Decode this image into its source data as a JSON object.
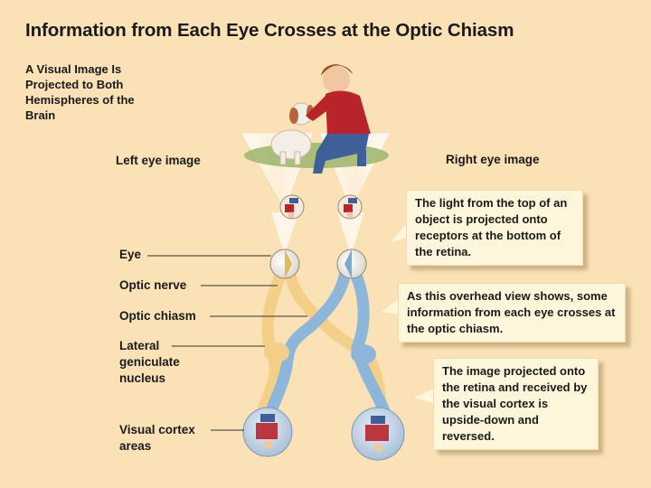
{
  "title": "Information  from Each Eye Crosses at the Optic Chiasm",
  "subtitle": "A Visual Image Is Projected to Both Hemispheres of the Brain",
  "eye_labels": {
    "left": "Left eye image",
    "right": "Right eye image"
  },
  "parts": {
    "eye": "Eye",
    "optic_nerve": "Optic nerve",
    "optic_chiasm": "Optic chiasm",
    "lgn": "Lateral geniculate nucleus",
    "visual_cortex": "Visual cortex areas"
  },
  "callouts": {
    "top": "The light from the top of an object is projected onto receptors at the bottom of the retina.",
    "middle": "As this overhead view shows, some information from each eye crosses at the optic chiasm.",
    "bottom": "The image projected onto the retina and received by the visual cortex is upside-down and reversed."
  },
  "colors": {
    "background": "#fbe2b6",
    "left_pathway": "#f3cf87",
    "right_pathway": "#8db7da",
    "shirt": "#b8242a",
    "jeans": "#3f5f9a",
    "dog": "#f4efe6"
  }
}
